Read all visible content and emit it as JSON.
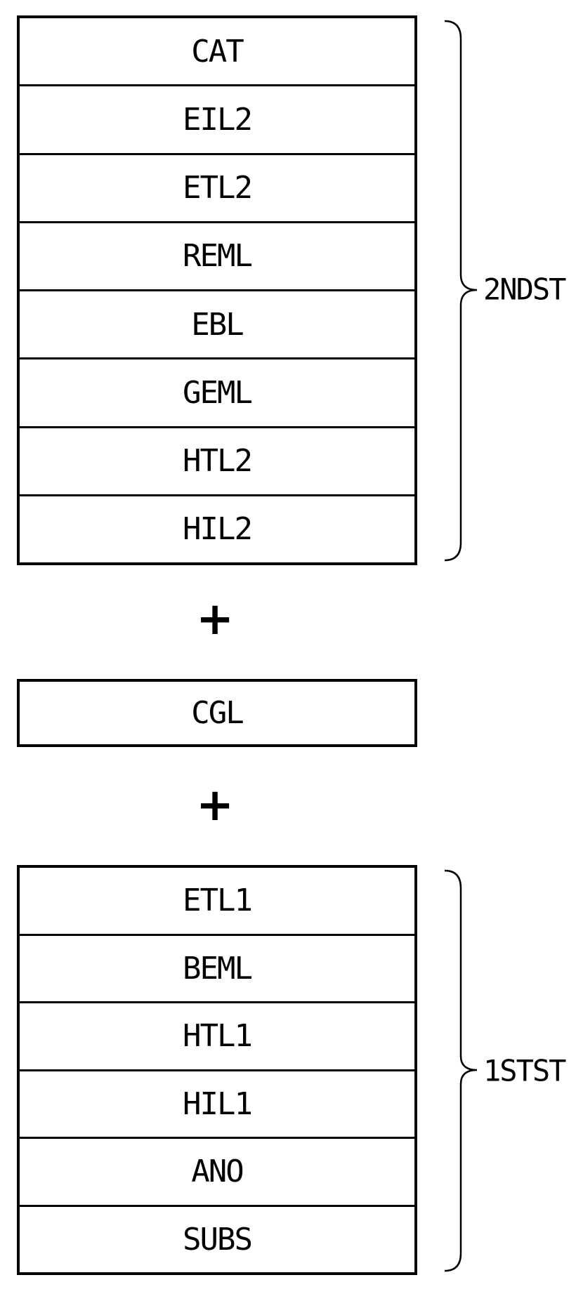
{
  "diagram": {
    "second_stack": {
      "brace_label": "2NDST",
      "layers": [
        "CAT",
        "EIL2",
        "ETL2",
        "REML",
        "EBL",
        "GEML",
        "HTL2",
        "HIL2"
      ]
    },
    "plus_top": "+",
    "cgl_layer": "CGL",
    "plus_bottom": "+",
    "first_stack": {
      "brace_label": "1STST",
      "layers": [
        "ETL1",
        "BEML",
        "HTL1",
        "HIL1",
        "ANO",
        "SUBS"
      ]
    }
  },
  "colors": {
    "background": "#ffffff",
    "line": "#000000",
    "text": "#000000"
  }
}
